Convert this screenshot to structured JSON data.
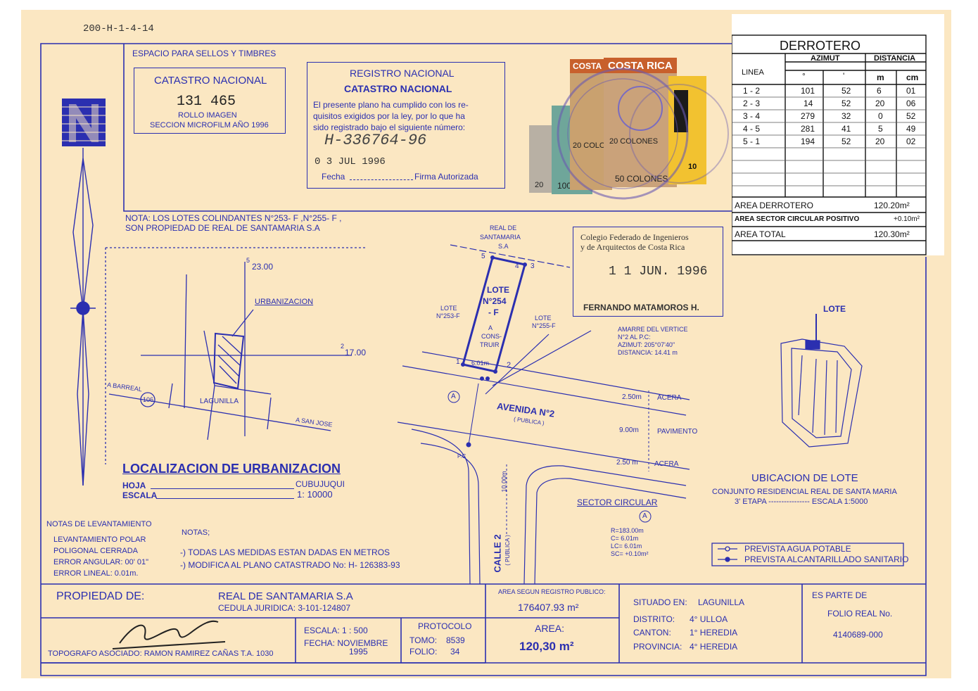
{
  "header_code": "200-H-1-4-14",
  "stamps_area": {
    "title": "ESPACIO PARA SELLOS Y TIMBRES",
    "catastro": {
      "title": "CATASTRO NACIONAL",
      "number": "131 465",
      "line1": "ROLLO IMAGEN",
      "line2": "SECCION MICROFILM AÑO 1996"
    },
    "registro": {
      "title1": "REGISTRO NACIONAL",
      "title2": "CATASTRO NACIONAL",
      "line1": "El presente plano ha cumplido con los re-",
      "line2": "quisitos exigidos por la ley, por lo que ha",
      "line3": "sido registrado bajo el siguiente número:",
      "number": "H-336764-96",
      "date": "0 3 JUL 1996",
      "fecha": "Fecha",
      "firma": "Firma Autorizada"
    },
    "timbres": {
      "brand": "COSTA RICA",
      "value_a": "20 COLONES",
      "value_b": "50 COLONES",
      "v1": "100",
      "v2": "20",
      "v3": "10"
    }
  },
  "colegio": {
    "line1": "Colegio Federado de Ingenieros",
    "line2": "y de Arquitectos de Costa Rica",
    "date": "1 1 JUN. 1996",
    "name": "FERNANDO MATAMOROS H."
  },
  "derrotero": {
    "title": "DERROTERO",
    "headers": {
      "linea": "LINEA",
      "azimut": "AZIMUT",
      "distancia": "DISTANCIA",
      "deg": "°",
      "min": "'",
      "m": "m",
      "cm": "cm"
    },
    "rows": [
      {
        "linea": "1 - 2",
        "deg": "101",
        "min": "52",
        "m": "6",
        "cm": "01"
      },
      {
        "linea": "2 - 3",
        "deg": "14",
        "min": "52",
        "m": "20",
        "cm": "06"
      },
      {
        "linea": "3 - 4",
        "deg": "279",
        "min": "32",
        "m": "0",
        "cm": "52"
      },
      {
        "linea": "4 - 5",
        "deg": "281",
        "min": "41",
        "m": "5",
        "cm": "49"
      },
      {
        "linea": "5 - 1",
        "deg": "194",
        "min": "52",
        "m": "20",
        "cm": "02"
      }
    ],
    "area_derrotero_label": "AREA DERROTERO",
    "area_derrotero": "120.20m²",
    "sector_label": "AREA SECTOR CIRCULAR POSITIVO",
    "sector_value": "+0.10m²",
    "area_total_label": "AREA TOTAL",
    "area_total": "120.30m²"
  },
  "nota": {
    "line1": "NOTA: LOS LOTES COLINDANTES N°253- F ,N°255- F ,",
    "line2": "SON PROPIEDAD DE REAL DE SANTAMARIA S.A"
  },
  "localizacion": {
    "urbanizacion": "URBANIZACION",
    "coord_5": "5",
    "coord_top": "23.00",
    "coord_2": "2",
    "coord_right": "17.00",
    "barreal": "A BARREAL",
    "route": "106",
    "lagunilla": "LAGUNILLA",
    "san_jose": "A SAN JOSE",
    "title": "LOCALIZACION DE URBANIZACION",
    "hoja_label": "HOJA",
    "hoja": "CUBUJUQUI",
    "escala_label": "ESCALA",
    "escala": "1: 10000"
  },
  "plan": {
    "real": "REAL DE",
    "santamaria": "SANTAMARIA",
    "sa": "S.A",
    "lote_253_a": "LOTE",
    "lote_253_b": "N°253-F",
    "lote_255_a": "LOTE",
    "lote_255_b": "N°255-F",
    "lote_title1": "LOTE",
    "lote_title2": "N°254",
    "lote_title3": "- F",
    "construir1": "A",
    "construir2": "CONS-",
    "construir3": "TRUIR",
    "dist_601": "6.01m",
    "p1": "1",
    "p2": "2",
    "p3": "3",
    "p4": "4",
    "p5": "5",
    "amarre1": "AMARRE DEL VERTICE",
    "amarre2": "N°2 AL P.C:",
    "amarre3": "AZIMUT: 205°07'40\"",
    "amarre4": "DISTANCIA: 14.41 m",
    "acera1_dist": "2.50m",
    "acera1": "ACERA",
    "pav_dist": "9.00m",
    "pav": "PAVIMENTO",
    "acera2_dist": "2.50 m",
    "acera2": "ACERA",
    "avenida": "AVENIDA N°2",
    "avenida_pub": "( PUBLICA )",
    "pc": "P.C",
    "calle": "CALLE 2",
    "calle_pub": "( PUBLICA )",
    "calle_dist": "10.00m",
    "circle_a": "A"
  },
  "ubicacion": {
    "lote": "LOTE",
    "title": "UBICACION DE LOTE",
    "line1": "CONJUNTO RESIDENCIAL REAL DE SANTA MARIA",
    "line2": "3' ETAPA ---------------- ESCALA 1:5000"
  },
  "sector": {
    "title": "SECTOR CIRCULAR",
    "a": "A",
    "r": "R=183.00m",
    "c": "C= 6.01m",
    "lc": "LC= 6.01m",
    "sc": "SC= +0.10m²"
  },
  "leyenda": {
    "agua": "PREVISTA AGUA POTABLE",
    "alcantarillado": "PREVISTA ALCANTARILLADO SANITARIO"
  },
  "levantamiento": {
    "title": "NOTAS DE LEVANTAMIENTO",
    "l1": "LEVANTAMIENTO POLAR",
    "l2": "POLIGONAL CERRADA",
    "l3": "ERROR ANGULAR: 00' 01\"",
    "l4": "ERROR LINEAL: 0.01m."
  },
  "notas": {
    "title": "NOTAS;",
    "n1": "-) TODAS LAS MEDIDAS ESTAN DADAS EN METROS",
    "n2": "-) MODIFICA AL PLANO CATASTRADO No: H- 126383-93"
  },
  "titleblock": {
    "propiedad_label": "PROPIEDAD DE:",
    "propietario": "REAL DE SANTAMARIA S.A",
    "cedula": "CEDULA JURIDICA:  3-101-124807",
    "topografo": "TOPOGRAFO ASOCIADO: RAMON RAMIREZ CAÑAS   T.A. 1030",
    "escala_label": "ESCALA:",
    "escala": "1 : 500",
    "fecha_label": "FECHA: NOVIEMBRE",
    "fecha_year": "1995",
    "protocolo": "PROTOCOLO",
    "tomo_label": "TOMO:",
    "tomo": "8539",
    "folio_label": "FOLIO:",
    "folio": "34",
    "area_reg_label": "AREA SEGUN REGISTRO PUBLICO:",
    "area_reg": "176407.93 m²",
    "area_label": "AREA:",
    "area": "120,30 m²",
    "situado_label": "SITUADO EN:",
    "situado": "LAGUNILLA",
    "distrito_label": "DISTRITO:",
    "distrito": "4° ULLOA",
    "canton_label": "CANTON:",
    "canton": "1° HEREDIA",
    "provincia_label": "PROVINCIA:",
    "provincia": "4° HEREDIA",
    "es_parte": "ES PARTE DE",
    "folio_real_label": "FOLIO REAL No.",
    "folio_real": "4140689-000"
  },
  "colors": {
    "ink": "#2b2fb0",
    "paper": "#fbe7c2",
    "stamp": "#7a6cc0"
  }
}
